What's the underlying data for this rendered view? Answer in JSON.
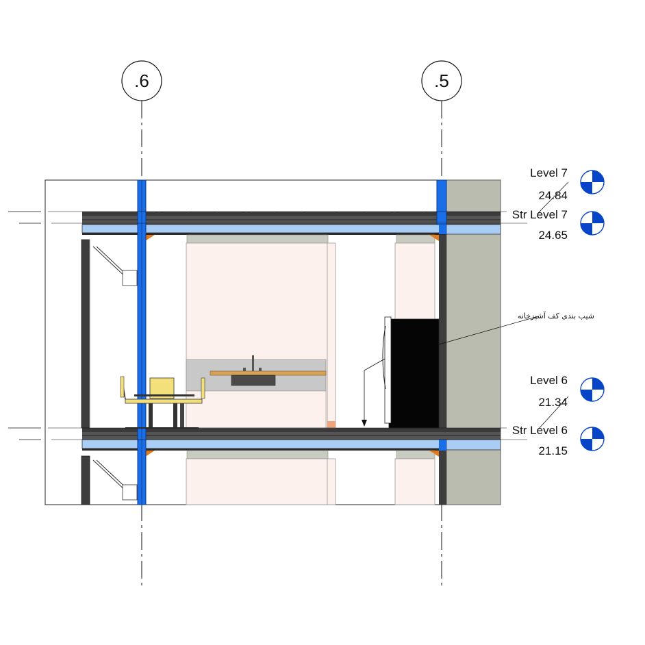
{
  "grid": {
    "left_label": ".6",
    "right_label": ".5"
  },
  "levels": {
    "level7": {
      "name": "Level 7",
      "value": "24.84"
    },
    "str_level7": {
      "name": "Str Level 7",
      "value": "24.65"
    },
    "level6": {
      "name": "Level 6",
      "value": "21.34"
    },
    "str_level6": {
      "name": "Str Level 6",
      "value": "21.15"
    }
  },
  "annotation": {
    "text": "شیب بندی کف آشپزخانه"
  },
  "colors": {
    "steel_blue": "#1a6ee8",
    "slab_light_blue": "#a9cdf5",
    "wall_grey": "#b9bcae",
    "cabinet_pink": "#fdf1ee",
    "dark_slab": "#3a3a3a",
    "level_marker": "#0645c8",
    "chair_yellow": "#f3e07a"
  }
}
